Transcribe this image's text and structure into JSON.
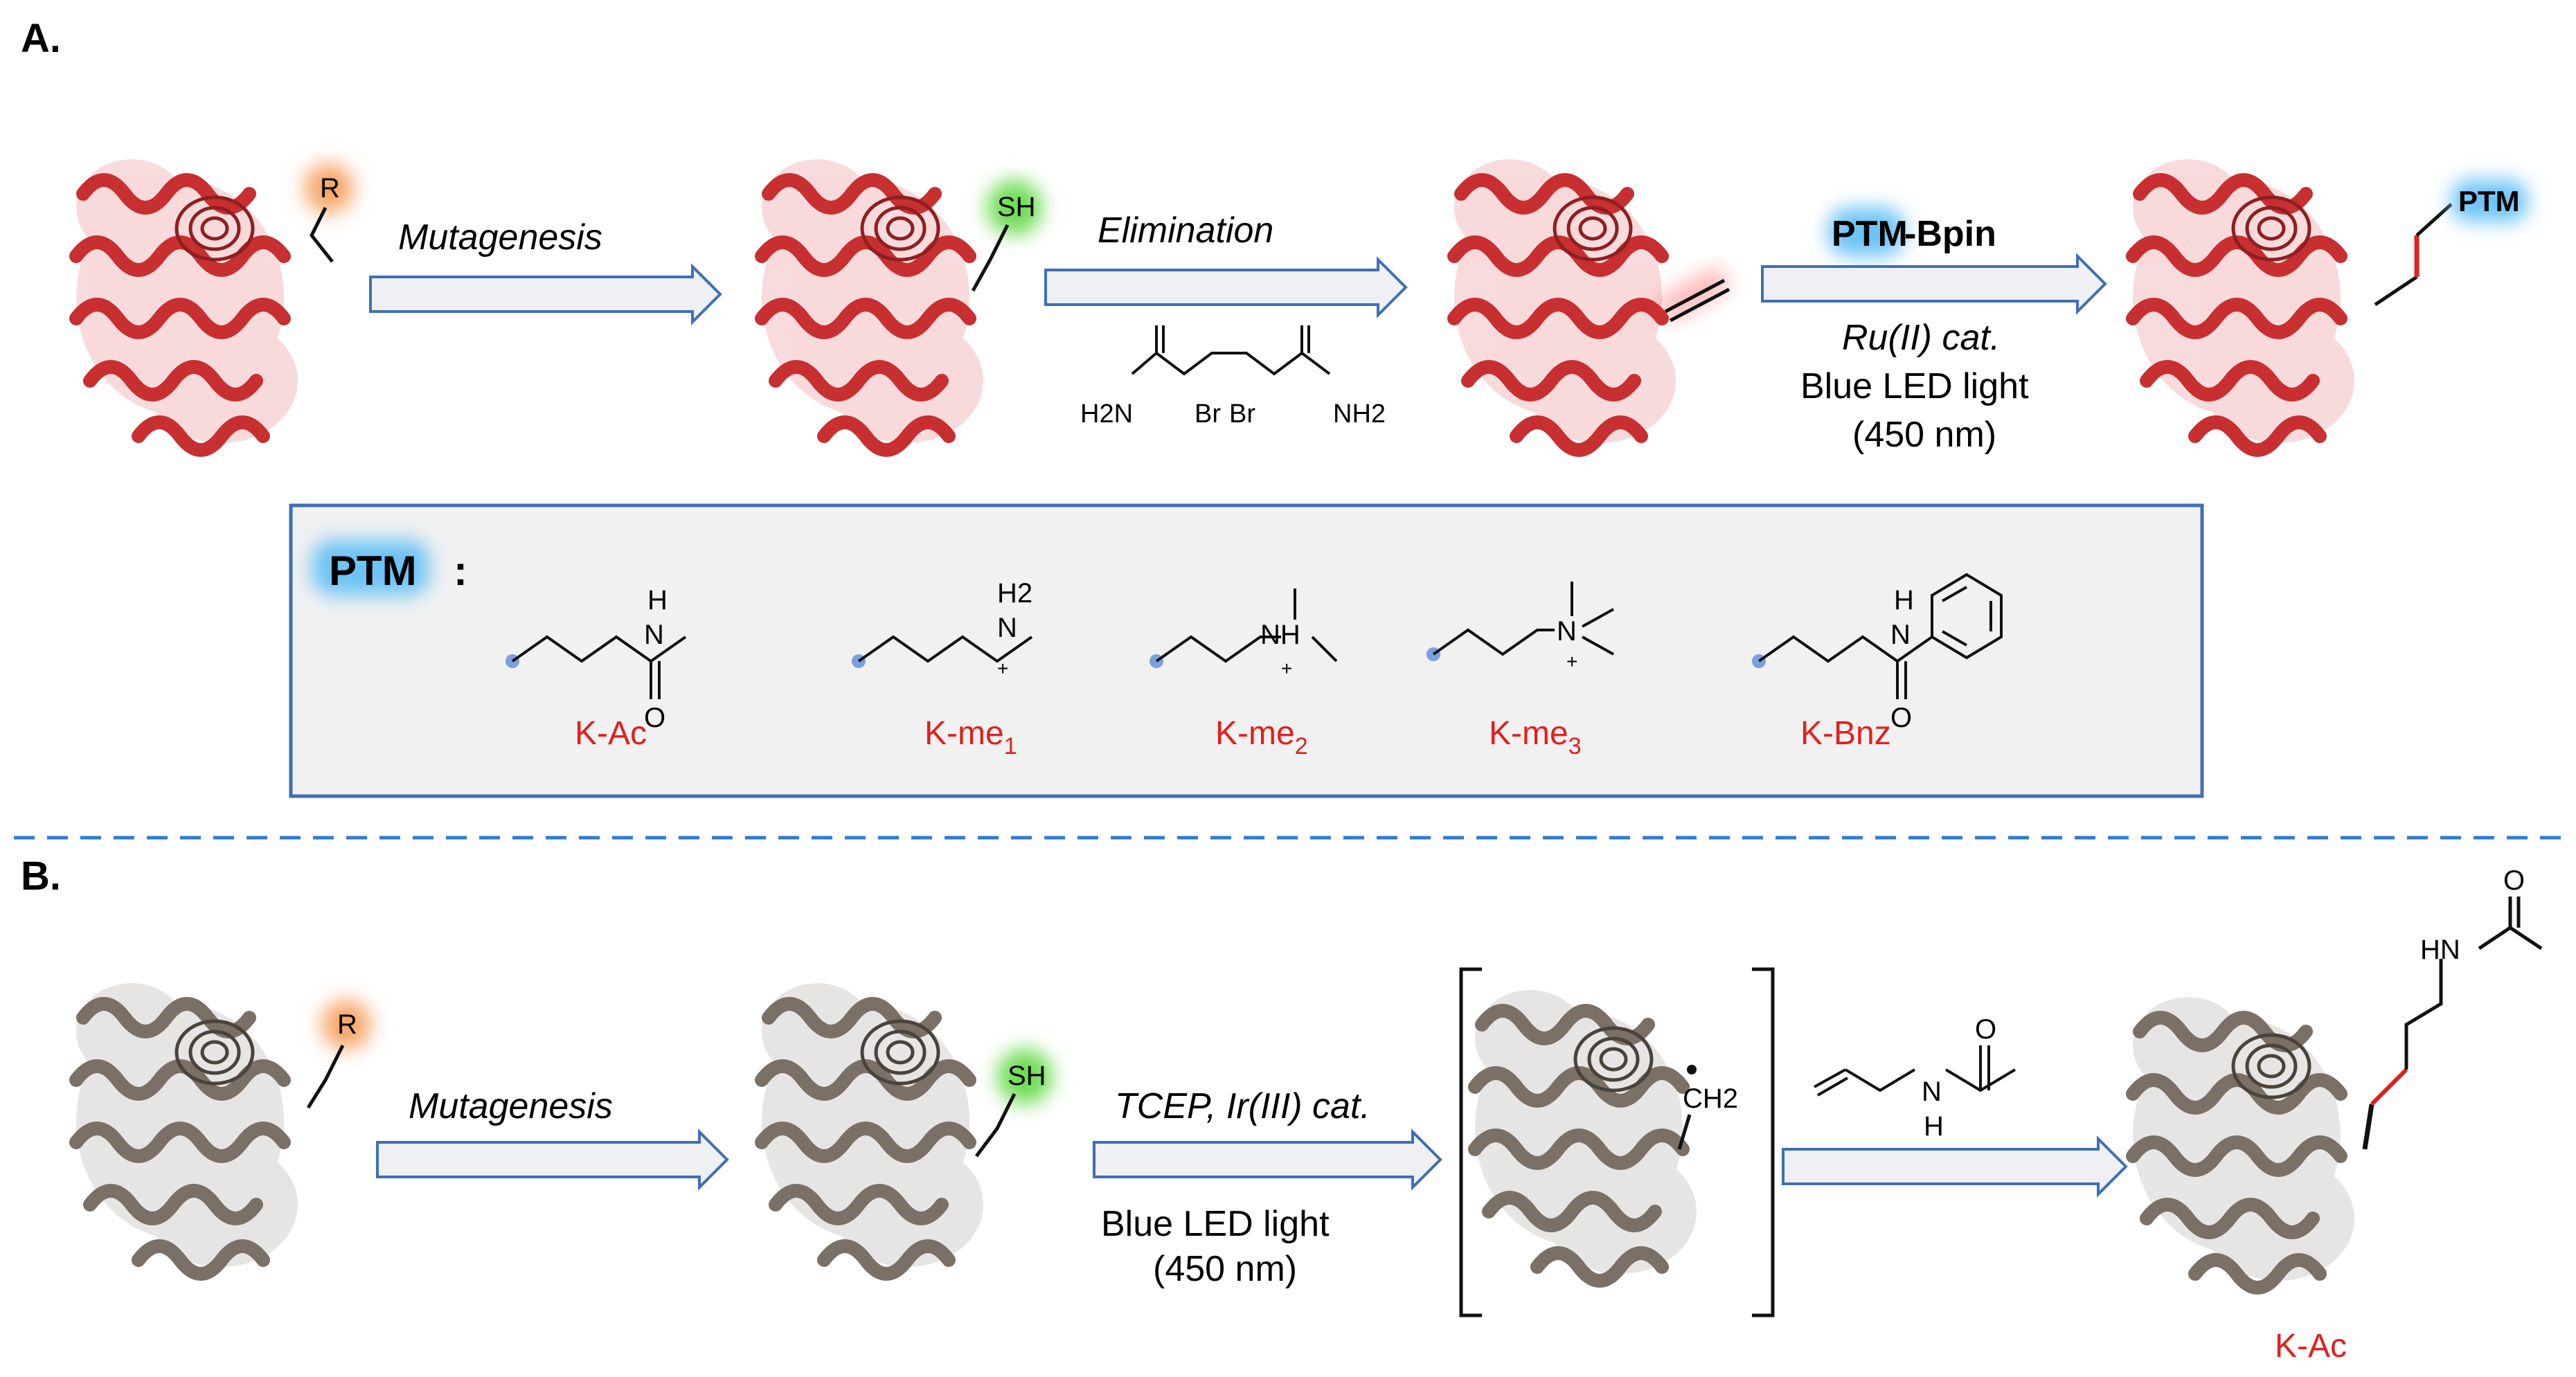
{
  "panelA": {
    "label": "A.",
    "step1": "Mutagenesis",
    "step2": "Elimination",
    "step3_reagent_ptm": "PTM",
    "step3_reagent_bpin": "-Bpin",
    "step3_catalyst": "Ru(II) cat.",
    "step3_light": "Blue LED light",
    "step3_wavelength": "(450 nm)",
    "start_group": "R",
    "cys_group": "SH",
    "product_group": "PTM",
    "reagent_labels": {
      "h2n": "H2N",
      "br1": "Br",
      "br2": "Br",
      "nh2": "NH2"
    }
  },
  "ptm_box": {
    "title": "PTM",
    "colon": ":",
    "items": [
      {
        "name": "K-Ac",
        "atoms": [
          "H",
          "N",
          "O"
        ]
      },
      {
        "name": "K-me",
        "sub": "1",
        "atoms": [
          "H2",
          "N",
          "+"
        ]
      },
      {
        "name": "K-me",
        "sub": "2",
        "atoms": [
          "NH",
          "+"
        ]
      },
      {
        "name": "K-me",
        "sub": "3",
        "atoms": [
          "N",
          "+"
        ]
      },
      {
        "name": "K-Bnz",
        "atoms": [
          "H",
          "N",
          "O"
        ]
      }
    ]
  },
  "panelB": {
    "label": "B.",
    "step1": "Mutagenesis",
    "step2_reagent": "TCEP, Ir(III) cat.",
    "step2_light": "Blue LED light",
    "step2_wavelength": "(450 nm)",
    "start_group": "R",
    "cys_group": "SH",
    "radical_group": "CH2",
    "allyl_atoms": {
      "h": "H",
      "n": "N",
      "o": "O"
    },
    "product_atoms": {
      "hn": "HN",
      "o": "O"
    },
    "product_name": "K-Ac"
  },
  "colors": {
    "protein_A": "#d9393b",
    "protein_B": "#8a8177",
    "accent_red": "#e0201d",
    "arrow_border": "#3f6fb5",
    "arrow_fill": "#eef0f4",
    "glow_orange": "#f7a66b",
    "glow_green": "#6fdc55",
    "glow_blue": "#6cc3f5",
    "divider": "#2e7bd6"
  }
}
